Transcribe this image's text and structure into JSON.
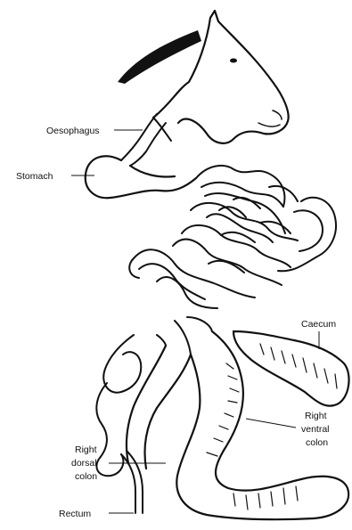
{
  "labels": {
    "oesophagus": "Oesophagus",
    "stomach": "Stomach",
    "caecum": "Caecum",
    "right_ventral_colon": [
      "Right",
      "ventral",
      "colon"
    ],
    "right_dorsal_colon": [
      "Right",
      "dorsal",
      "colon"
    ],
    "rectum": "Rectum"
  }
}
